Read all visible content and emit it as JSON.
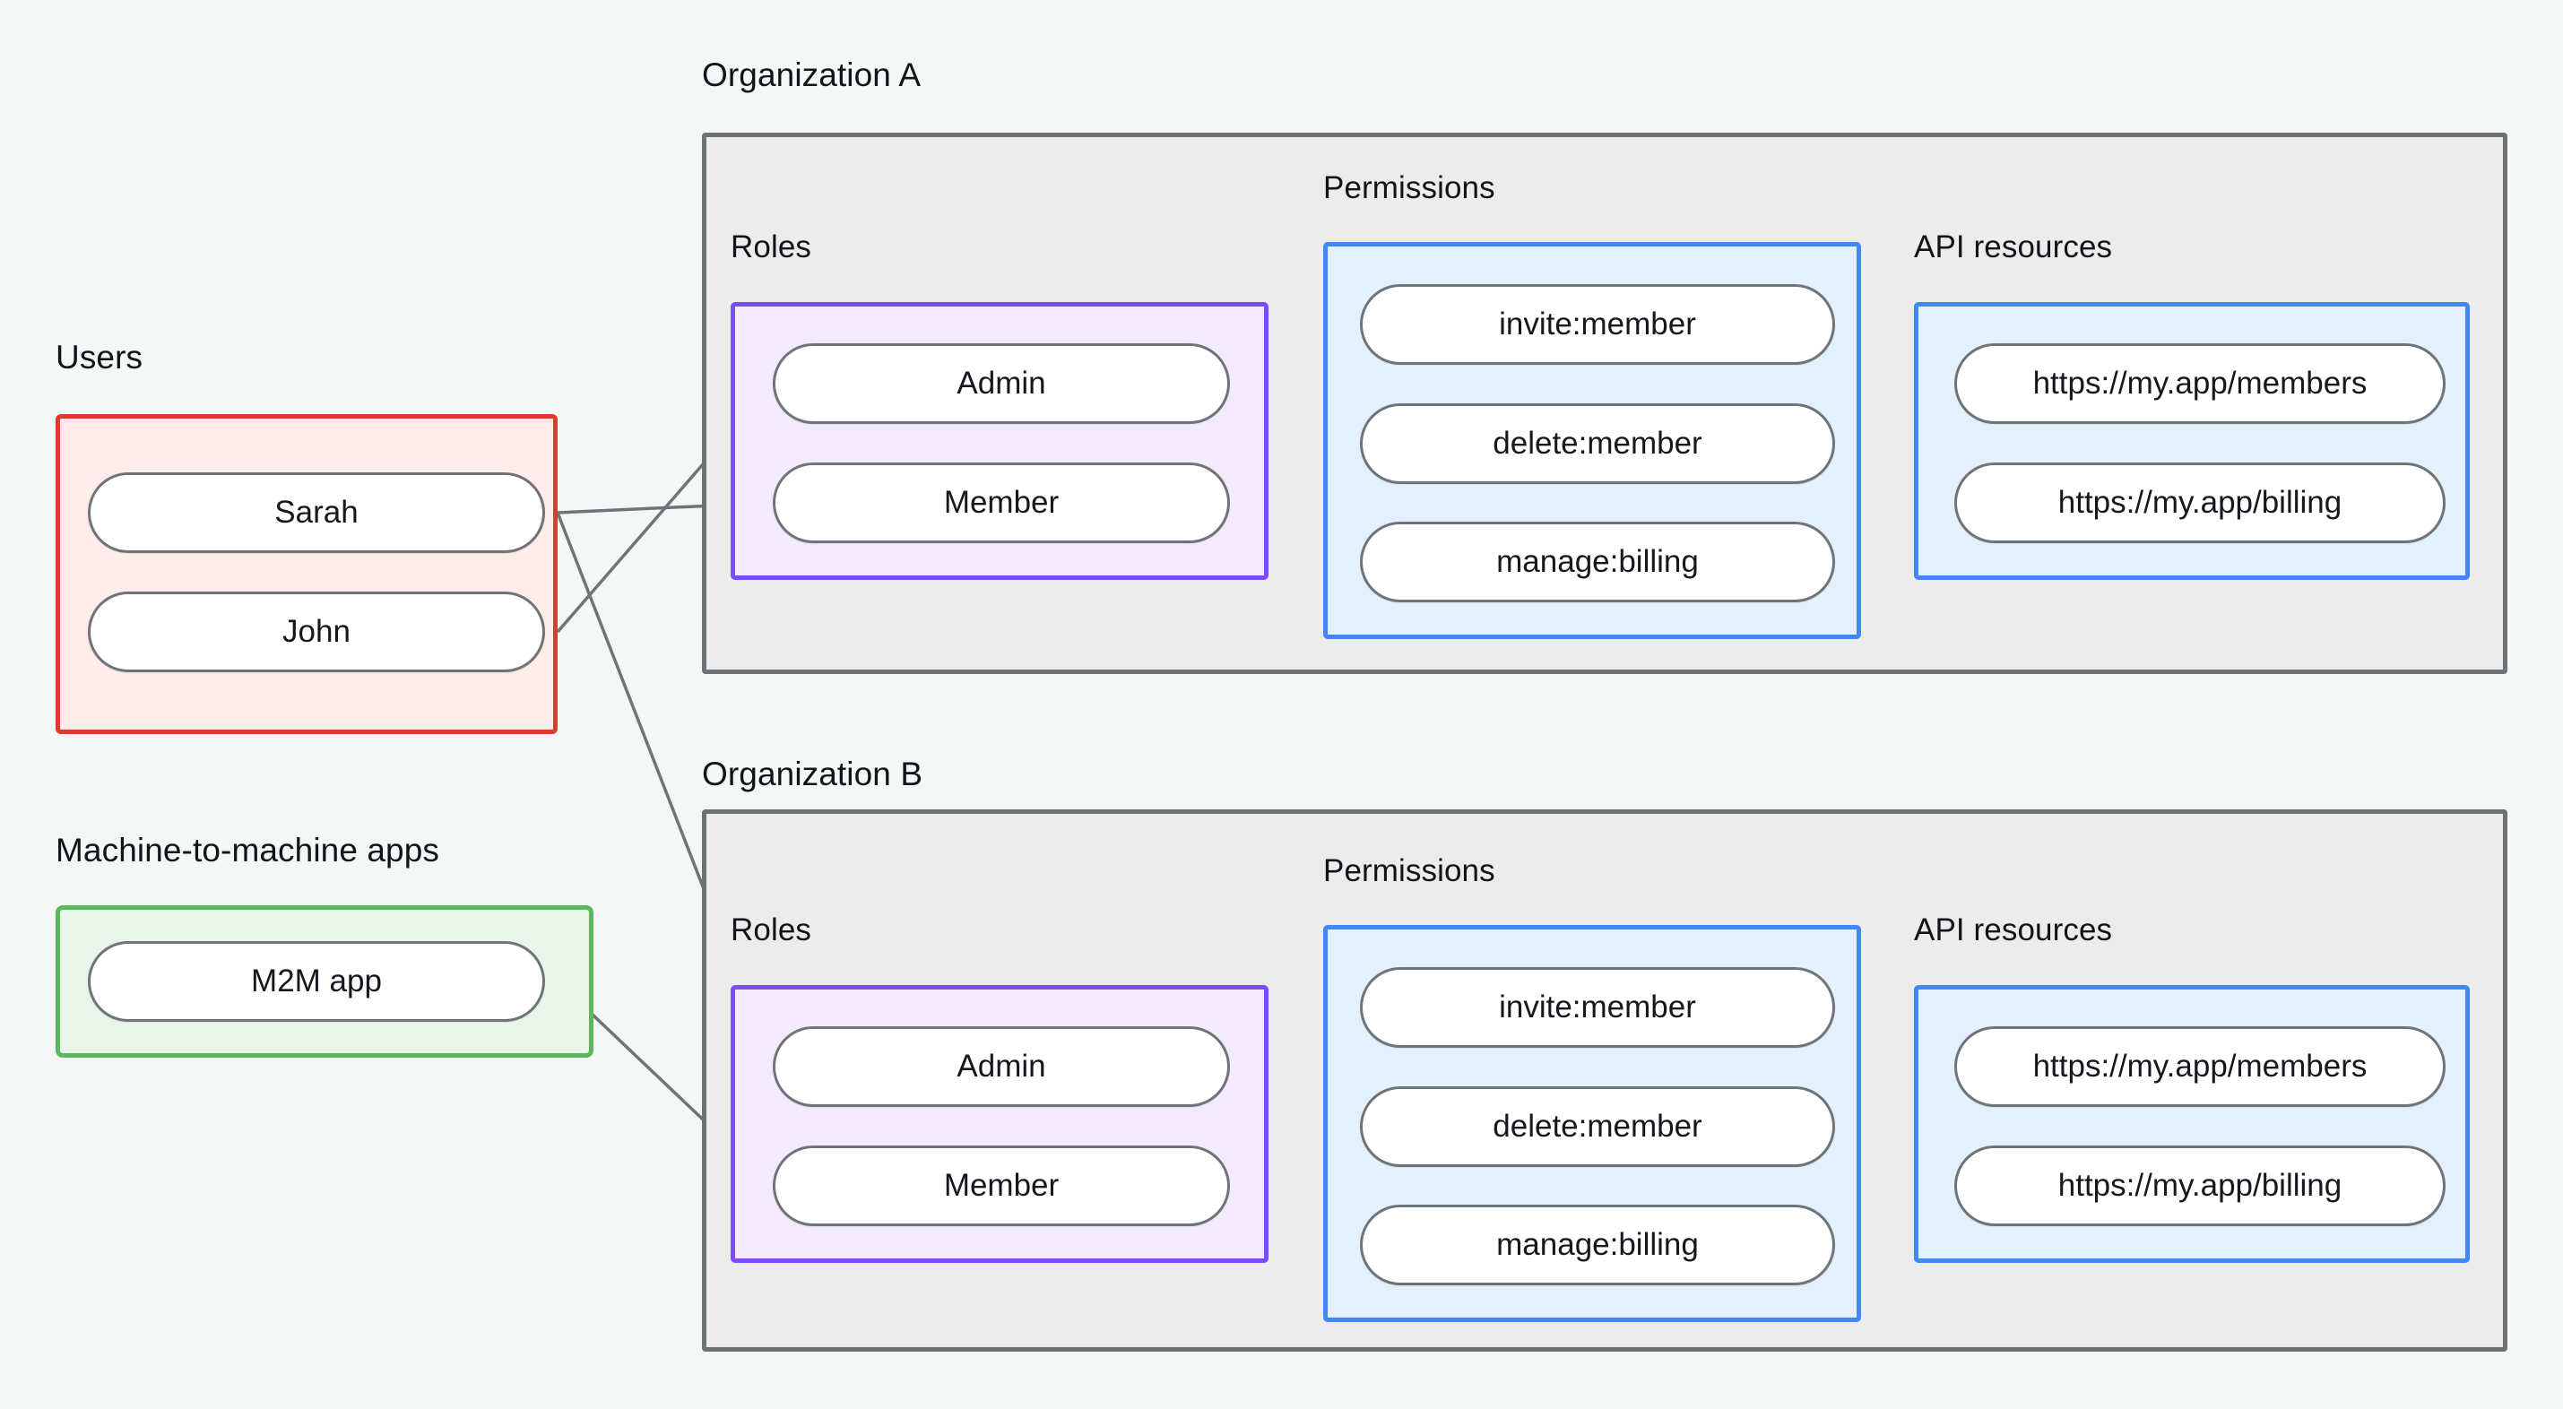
{
  "page": {
    "background": "#f5f7f7",
    "title_color": "#111418"
  },
  "palette": {
    "users_border": "#e03a2f",
    "users_fill": "#fdecea",
    "m2m_border": "#5cb85c",
    "m2m_fill": "#e8f5e9",
    "org_border": "#6d7275",
    "org_fill": "#ececec",
    "roles_border": "#7c4dff",
    "roles_fill": "#f3ebfd",
    "permissions_border": "#4287f5",
    "permissions_fill": "#e3f0fd",
    "api_border": "#4287f5",
    "api_fill": "#e3f0fd",
    "edge_stroke": "#6f7478",
    "node_border": "#6f7478",
    "node_fill": "#ffffff"
  },
  "left_column": {
    "users": {
      "title": "Users",
      "members": [
        {
          "label": "Sarah"
        },
        {
          "label": "John"
        }
      ]
    },
    "m2m": {
      "title": "Machine-to-machine apps",
      "apps": [
        {
          "label": "M2M app"
        }
      ]
    }
  },
  "organizations": [
    {
      "title": "Organization A",
      "roles": {
        "title": "Roles",
        "items": [
          {
            "label": "Admin"
          },
          {
            "label": "Member"
          }
        ]
      },
      "permissions": {
        "title": "Permissions",
        "items": [
          {
            "label": "invite:member"
          },
          {
            "label": "delete:member"
          },
          {
            "label": "manage:billing"
          }
        ]
      },
      "api_resources": {
        "title": "API resources",
        "items": [
          {
            "label": "https://my.app/members"
          },
          {
            "label": "https://my.app/billing"
          }
        ]
      }
    },
    {
      "title": "Organization B",
      "roles": {
        "title": "Roles",
        "items": [
          {
            "label": "Admin"
          },
          {
            "label": "Member"
          }
        ]
      },
      "permissions": {
        "title": "Permissions",
        "items": [
          {
            "label": "invite:member"
          },
          {
            "label": "delete:member"
          },
          {
            "label": "manage:billing"
          }
        ]
      },
      "api_resources": {
        "title": "API resources",
        "items": [
          {
            "label": "https://my.app/members"
          },
          {
            "label": "https://my.app/billing"
          }
        ]
      }
    }
  ],
  "connections": [
    {
      "from": "Sarah",
      "to": "Organization A / Member"
    },
    {
      "from": "Sarah",
      "to": "Organization B / Admin"
    },
    {
      "from": "John",
      "to": "Organization A / Admin"
    },
    {
      "from": "M2M app",
      "to": "Organization B / Member"
    },
    {
      "from": "Organization A / Admin",
      "to": "Organization A / invite:member"
    },
    {
      "from": "Organization A / Admin",
      "to": "Organization A / delete:member"
    },
    {
      "from": "Organization A / Member",
      "to": "Organization A / manage:billing"
    },
    {
      "from": "Organization A / invite:member",
      "to": "Organization A / https://my.app/members"
    },
    {
      "from": "Organization A / delete:member",
      "to": "Organization A / https://my.app/members"
    },
    {
      "from": "Organization A / manage:billing",
      "to": "Organization A / https://my.app/billing"
    },
    {
      "from": "Organization B / Admin",
      "to": "Organization B / invite:member"
    },
    {
      "from": "Organization B / Admin",
      "to": "Organization B / delete:member"
    },
    {
      "from": "Organization B / Member",
      "to": "Organization B / manage:billing"
    },
    {
      "from": "Organization B / invite:member",
      "to": "Organization B / https://my.app/members"
    },
    {
      "from": "Organization B / delete:member",
      "to": "Organization B / https://my.app/members"
    },
    {
      "from": "Organization B / manage:billing",
      "to": "Organization B / https://my.app/billing"
    }
  ]
}
